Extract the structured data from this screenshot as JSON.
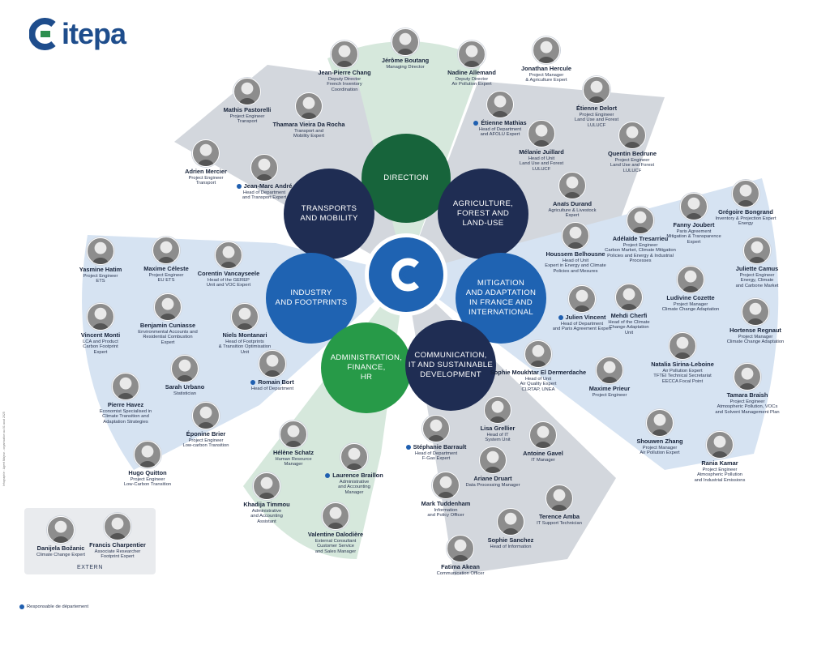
{
  "brand": {
    "name": "itepa",
    "primary_color": "#1e4d8c"
  },
  "colors": {
    "navy": "#1f2d53",
    "dark_green": "#17643b",
    "green": "#279a48",
    "blue": "#1f63b2",
    "light_blue": "#d6e3f2",
    "light_green": "#d6e8dc",
    "light_grey": "#d3d7dd"
  },
  "center": {
    "icon": "citepa-c-icon"
  },
  "hubs": {
    "direction": "DIRECTION",
    "agriculture": "AGRICULTURE,\nFOREST AND\nLAND-USE",
    "transports": "TRANSPORTS\nAND MOBILITY",
    "industry": "INDUSTRY\nAND FOOTPRINTS",
    "mitigation": "MITIGATION\nAND ADAPTATION\nIN FRANCE AND\nINTERNATIONAL",
    "administration": "ADMINISTRATION,\nFINANCE,\nHR",
    "communication": "COMMUNICATION,\nIT AND SUSTAINABLE\nDEVELOPMENT"
  },
  "people": [
    {
      "name": "Jérôme Boutang",
      "role": "Managing Director",
      "head": false
    },
    {
      "name": "Jean-Pierre Chang",
      "role": "Deputy Director\nFrench Inventory\nCoordination",
      "head": false
    },
    {
      "name": "Nadine Allemand",
      "role": "Deputy Director\nAir Pollution Expert",
      "head": false
    },
    {
      "name": "Mathis Pastorelli",
      "role": "Project Engineer\nTransport",
      "head": false
    },
    {
      "name": "Thamara Vieira Da Rocha",
      "role": "Transport and\nMobility Expert",
      "head": false
    },
    {
      "name": "Adrien Mercier",
      "role": "Project Engineer\nTransport",
      "head": false
    },
    {
      "name": "Jean-Marc André",
      "role": "Head of Department\nand Transport Expert",
      "head": true
    },
    {
      "name": "Jonathan Hercule",
      "role": "Project Manager\n& Agriculture Expert",
      "head": false
    },
    {
      "name": "Étienne Mathias",
      "role": "Head of Department\nand AFOLU Expert",
      "head": true
    },
    {
      "name": "Étienne Delort",
      "role": "Project Engineer\nLand Use and Forest\nLULUCF",
      "head": false
    },
    {
      "name": "Mélanie Juillard",
      "role": "Head of Unit\nLand Use and Forest\nLULUCF",
      "head": false
    },
    {
      "name": "Quentin Bedrune",
      "role": "Project Engineer\nLand Use and Forest\nLULUCF",
      "head": false
    },
    {
      "name": "Anaïs Durand",
      "role": "Agriculture & Livestock\nExpert",
      "head": false
    },
    {
      "name": "Grégoire Bongrand",
      "role": "Inventory & Projection Expert\nEnergy",
      "head": false
    },
    {
      "name": "Fanny Joubert",
      "role": "Paris Agreement\nMitigation & Transparence\nExpert",
      "head": false
    },
    {
      "name": "Adélaïde Tresarrieu",
      "role": "Project Engineer\nCarbon Market, Climate Mitigation\nPolicies and Energy & Industrial\nProcesses",
      "head": false
    },
    {
      "name": "Houssem Belhousne",
      "role": "Head of Unit\nExpert in Energy and Climate\nPolicies and Mesures",
      "head": false
    },
    {
      "name": "Juliette Camus",
      "role": "Project Engineer\nEnergy, Climate\nand Carbone Market",
      "head": false
    },
    {
      "name": "Ludivine Cozette",
      "role": "Project Manager\nClimate Change Adaptation",
      "head": false
    },
    {
      "name": "Hortense Regnaut",
      "role": "Project Manager\nClimate Change Adaptation",
      "head": false
    },
    {
      "name": "Julien Vincent",
      "role": "Head of Department\nand Paris Agreement Expert",
      "head": true
    },
    {
      "name": "Mehdi Cherfi",
      "role": "Head of the Climate\nChange Adaptation\nUnit",
      "head": false
    },
    {
      "name": "Natalia Sirina-Leboine",
      "role": "Air Pollution Expert\nTFTEI Technical Secretariat\nEECCA Focal Point",
      "head": false
    },
    {
      "name": "Tamara Braish",
      "role": "Project Engineer\nAtmospheric Pollution, VOCs\nand Solvent Management Plan",
      "head": false
    },
    {
      "name": "Sophie Moukhtar El Dermerdache",
      "role": "Head of Unit\nAir Quality Expert\nCLRTAP, UNEA",
      "head": false
    },
    {
      "name": "Maxime Prieur",
      "role": "Project Engineer",
      "head": false
    },
    {
      "name": "Shouwen Zhang",
      "role": "Project Manager\nAir Pollution Expert",
      "head": false
    },
    {
      "name": "Rania Kamar",
      "role": "Project Engineer\nAtmospheric Pollution\nand Industrial Emissions",
      "head": false
    },
    {
      "name": "Yasmine Hatim",
      "role": "Project Engineer\nETS",
      "head": false
    },
    {
      "name": "Maxime Céleste",
      "role": "Project Engineer\nEU ETS",
      "head": false
    },
    {
      "name": "Corentin Vancayseele",
      "role": "Head of the GEREP\nUnit and VOC Expert",
      "head": false
    },
    {
      "name": "Vincent Monti",
      "role": "LCA and Product\nCarbon Footprint\nExpert",
      "head": false
    },
    {
      "name": "Benjamin Cuniasse",
      "role": "Environmental Accounts and\nResidential Combustion\nExpert",
      "head": false
    },
    {
      "name": "Niels Montanari",
      "role": "Head of Footprints\n& Transition Optimisation\nUnit",
      "head": false
    },
    {
      "name": "Romain Bort",
      "role": "Head of Department",
      "head": true
    },
    {
      "name": "Sarah Urbano",
      "role": "Statistician",
      "head": false
    },
    {
      "name": "Pierre Havez",
      "role": "Economist Specialised in\nClimate Transition and\nAdaptation Strategies",
      "head": false
    },
    {
      "name": "Éponine Brier",
      "role": "Project Engineer\nLow-carbon Transition",
      "head": false
    },
    {
      "name": "Hugo Quitton",
      "role": "Project Engineer\nLow-Carbon Transition",
      "head": false
    },
    {
      "name": "Hélène Schatz",
      "role": "Human Resource\nManager",
      "head": false
    },
    {
      "name": "Laurence Braillon",
      "role": "Administrative\nand Accounting\nManager",
      "head": true
    },
    {
      "name": "Khadija Timmou",
      "role": "Administrative\nand Accounting\nAssistant",
      "head": false
    },
    {
      "name": "Valentine Dalodière",
      "role": "External Consultant\nCustomer Service\nand Sales Manager",
      "head": false
    },
    {
      "name": "Lisa Grellier",
      "role": "Head of IT\nSystem Unit",
      "head": false
    },
    {
      "name": "Stéphanie Barrault",
      "role": "Head of Department\nF-Gas Expert",
      "head": true
    },
    {
      "name": "Antoine Gavel",
      "role": "IT Manager",
      "head": false
    },
    {
      "name": "Ariane Druart",
      "role": "Data Processing Manager",
      "head": false
    },
    {
      "name": "Mark Tuddenham",
      "role": "Information\nand Policy Officer",
      "head": false
    },
    {
      "name": "Terence Amba",
      "role": "IT Support Technician",
      "head": false
    },
    {
      "name": "Sophie Sanchez",
      "role": "Head of Information",
      "head": false
    },
    {
      "name": "Fatima Akean",
      "role": "Communication Officer",
      "head": false
    }
  ],
  "extern": {
    "label": "EXTERN",
    "people": [
      {
        "name": "Danijela Božanic",
        "role": "Climate Change Expert"
      },
      {
        "name": "Francis Charpentier",
        "role": "Associate Researcher\nFootprint Expert"
      }
    ]
  },
  "legend": {
    "text": "Responsable de département"
  },
  "side_note": "Infographie : Agent Majeur - organisation au 01 aout 2025"
}
